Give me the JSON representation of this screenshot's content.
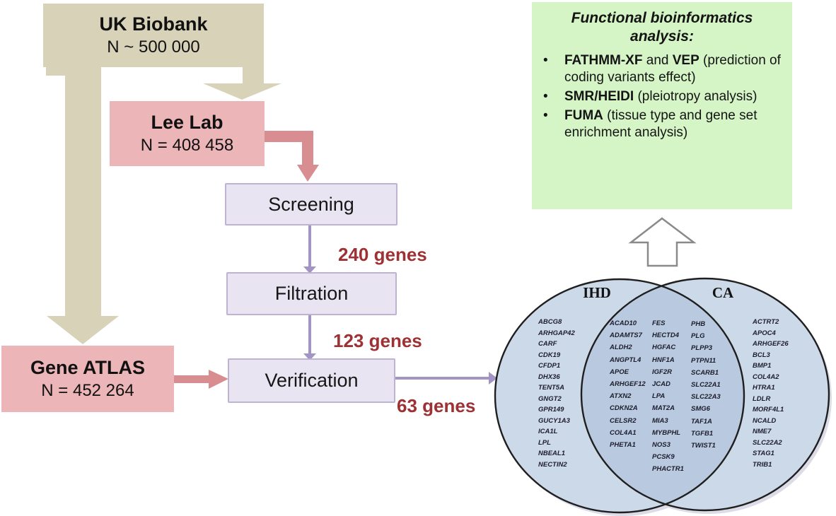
{
  "boxes": {
    "uk_biobank": {
      "title": "UK Biobank",
      "subtitle": "N ~ 500 000"
    },
    "lee_lab": {
      "title": "Lee Lab",
      "subtitle": "N = 408 458"
    },
    "gene_atlas": {
      "title": "Gene ATLAS",
      "subtitle": "N = 452 264"
    },
    "screening": "Screening",
    "filtration": "Filtration",
    "verification": "Verification"
  },
  "counts": {
    "after_screening": "240 genes",
    "after_filtration": "123 genes",
    "after_verification": "63 genes"
  },
  "analysis_box": {
    "title": "Functional bioinformatics analysis:",
    "bullets": [
      {
        "s1": "FATHMM-XF",
        "s2": " and ",
        "s3": "VEP",
        "s4": " (prediction of coding variants effect)"
      },
      {
        "s1": "SMR/HEIDI",
        "s2": "",
        "s3": "",
        "s4": " (pleiotropy analysis)"
      },
      {
        "s1": "FUMA",
        "s2": "",
        "s3": "",
        "s4": " (tissue type and gene set enrichment analysis)"
      }
    ]
  },
  "venn": {
    "left_label": "IHD",
    "right_label": "CA",
    "ihd_only": [
      "ABCG8",
      "ARHGAP42",
      "CARF",
      "CDK19",
      "CFDP1",
      "DHX36",
      "TENT5A",
      "GNGT2",
      "GPR149",
      "GUCY1A3",
      "ICA1L",
      "LPL",
      "NBEAL1",
      "NECTIN2"
    ],
    "shared_col1": [
      "ACAD10",
      "ADAMTS7",
      "ALDH2",
      "ANGPTL4",
      "APOE",
      "ARHGEF12",
      "ATXN2",
      "CDKN2A",
      "CELSR2",
      "COL4A1",
      "PHETA1"
    ],
    "shared_col2": [
      "FES",
      "HECTD4",
      "HGFAC",
      "HNF1A",
      "IGF2R",
      "JCAD",
      "LPA",
      "MAT2A",
      "MIA3",
      "MYBPHL",
      "NOS3",
      "PCSK9",
      "PHACTR1"
    ],
    "shared_col3": [
      "PHB",
      "PLG",
      "PLPP3",
      "PTPN11",
      "SCARB1",
      "SLC22A1",
      "SLC22A3",
      "SMG6",
      "TAF1A",
      "TGFB1",
      "TWIST1"
    ],
    "ca_only": [
      "ACTRT2",
      "APOC4",
      "ARHGEF26",
      "BCL3",
      "BMP1",
      "COL4A2",
      "HTRA1",
      "LDLR",
      "MORF4L1",
      "NCALD",
      "NME7",
      "SLC22A2",
      "STAG1",
      "TRIB1"
    ]
  },
  "colors": {
    "uk_biobank_fill": "#d8d2b9",
    "cohort_fill": "#ecb5b8",
    "step_fill": "#e9e4f1",
    "step_border": "#bfb3d3",
    "pink_arrow": "#d88d90",
    "purple_arrow": "#a295c5",
    "count_text": "#9e3133",
    "analysis_fill": "#d6f5c6",
    "venn_fill": "#ccd9e9",
    "venn_overlap": "#b8c9e0",
    "up_arrow_stroke": "#8a8a8a"
  }
}
